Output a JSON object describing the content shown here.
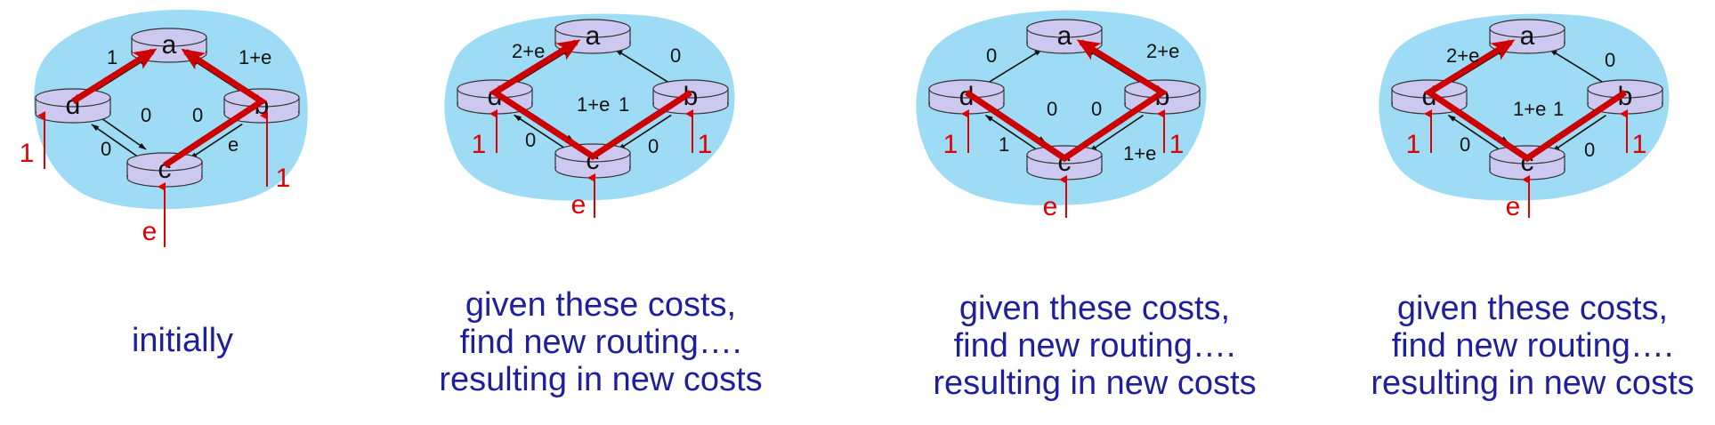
{
  "colors": {
    "cloud": "#9edcf5",
    "router_fill": "#cdc8f0",
    "route": "#cc0000",
    "traffic": "#dd0000",
    "caption": "#1f1f9e"
  },
  "panels": [
    {
      "caption_lines": [
        "initially"
      ],
      "costs": {
        "da": "1",
        "ba": "1+e",
        "dc_left": "0",
        "dc_right": "0",
        "bc_left": "0",
        "bc_right": "e"
      },
      "traffic": {
        "d": "1",
        "b": "1",
        "c": "e"
      },
      "routes": [
        [
          "d",
          "a"
        ],
        [
          "c",
          "b",
          "a"
        ]
      ]
    },
    {
      "caption_lines": [
        "given these costs,",
        "find new routing….",
        "resulting in new costs"
      ],
      "costs": {
        "da": "2+e",
        "ba": "0",
        "dc_left": "0",
        "dc_right": "1+e",
        "bc_left": "1",
        "bc_right": "0"
      },
      "traffic": {
        "d": "1",
        "b": "1",
        "c": "e"
      },
      "routes": [
        [
          "b",
          "c",
          "d",
          "a"
        ]
      ]
    },
    {
      "caption_lines": [
        "given these costs,",
        "find new routing….",
        "resulting in new costs"
      ],
      "costs": {
        "da": "0",
        "ba": "2+e",
        "dc_left": "1",
        "dc_right": "0",
        "bc_left": "0",
        "bc_right": "1+e"
      },
      "traffic": {
        "d": "1",
        "b": "1",
        "c": "e"
      },
      "routes": [
        [
          "d",
          "c",
          "b",
          "a"
        ]
      ]
    },
    {
      "caption_lines": [
        "given these costs,",
        "find new routing….",
        "resulting in new costs"
      ],
      "costs": {
        "da": "2+e",
        "ba": "0",
        "dc_left": "0",
        "dc_right": "1+e",
        "bc_left": "1",
        "bc_right": "0"
      },
      "traffic": {
        "d": "1",
        "b": "1",
        "c": "e"
      },
      "routes": [
        [
          "b",
          "c",
          "d",
          "a"
        ]
      ]
    }
  ]
}
